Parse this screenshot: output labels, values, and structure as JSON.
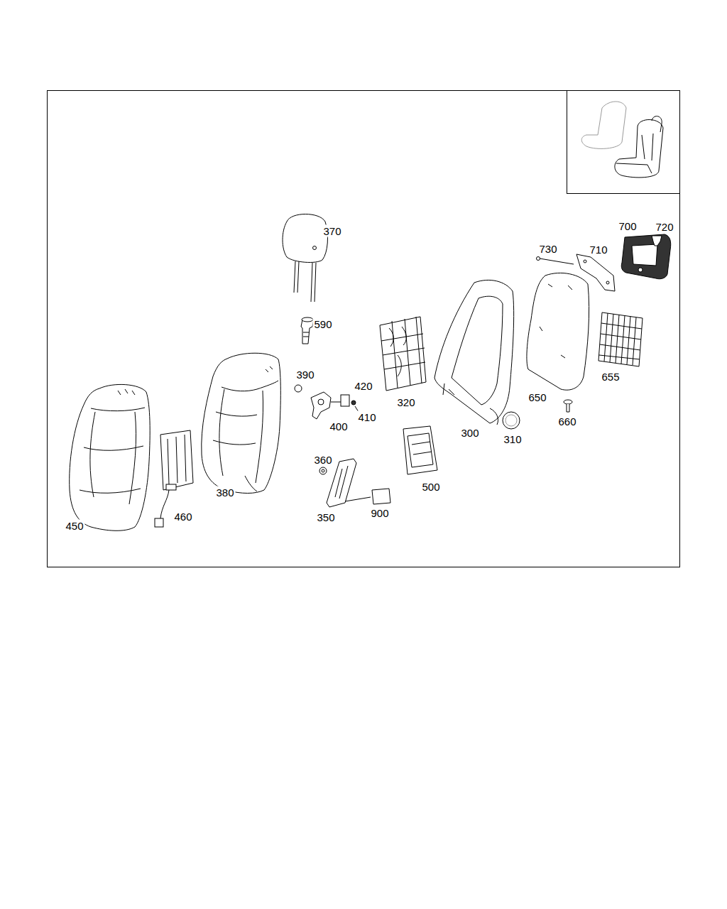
{
  "diagram": {
    "labels": [
      "370",
      "720",
      "700",
      "730",
      "710",
      "590",
      "390",
      "655",
      "420",
      "320",
      "650",
      "410",
      "660",
      "400",
      "300",
      "310",
      "360",
      "500",
      "380",
      "460",
      "900",
      "350",
      "450"
    ]
  }
}
